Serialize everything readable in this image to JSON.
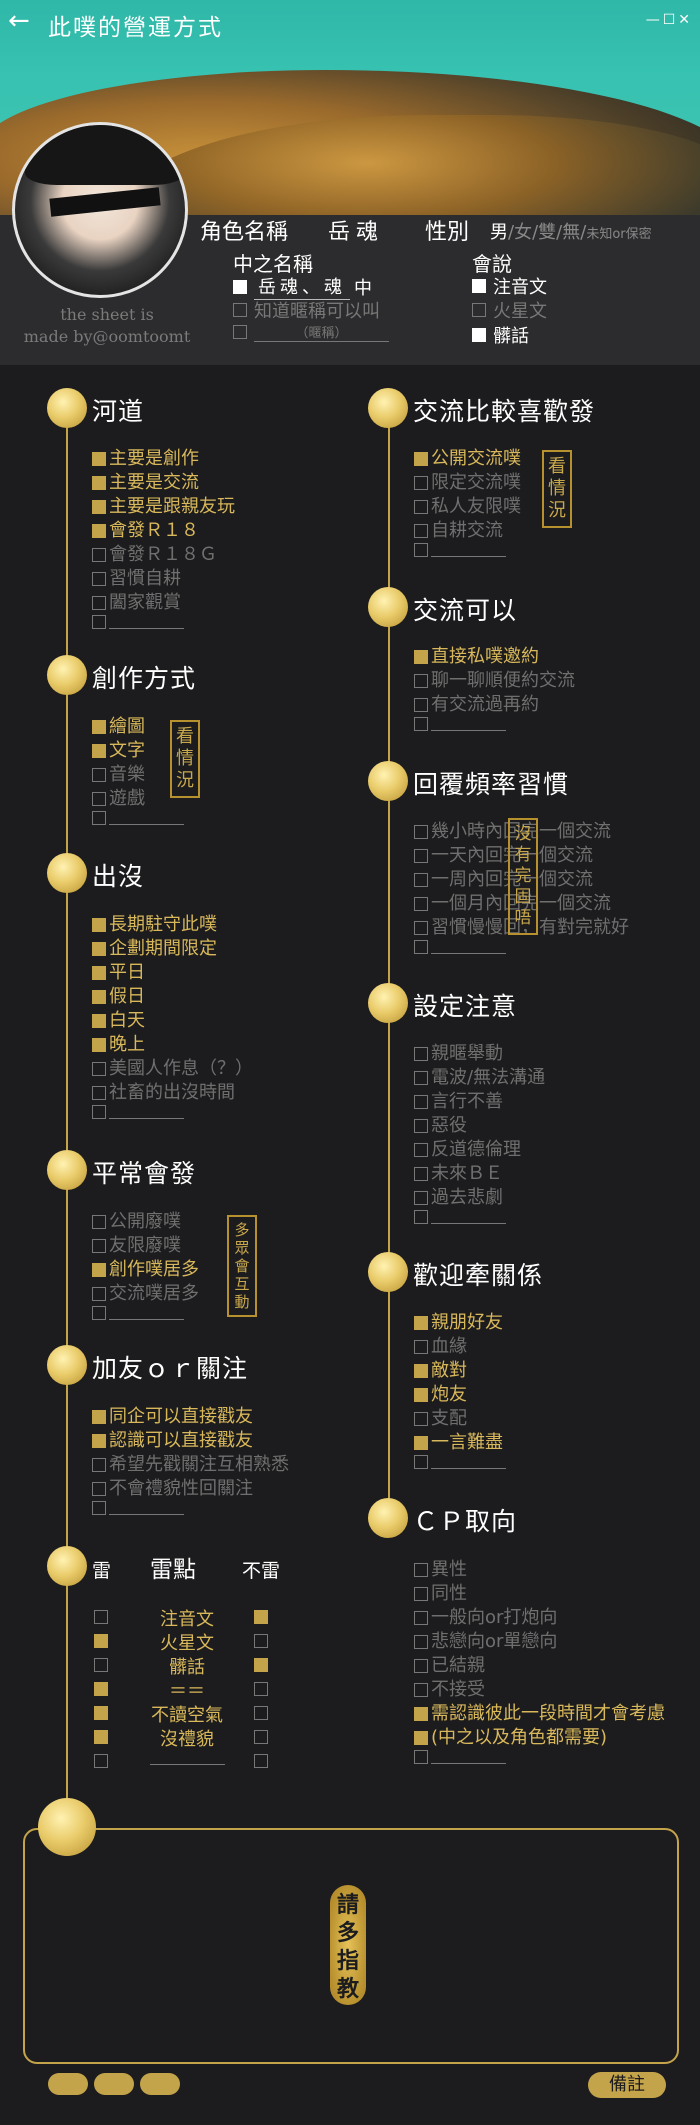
{
  "app": {
    "title": "此噗的營運方式",
    "window_controls": [
      "—",
      "☐",
      "✕"
    ]
  },
  "profile": {
    "credit": [
      "the sheet is",
      "made by@oomtoomt"
    ],
    "role_name_label": "角色名稱",
    "role_name_value": "岳魂",
    "gender_label": "性別",
    "gender_options": [
      "男",
      "/",
      "女",
      "/",
      "雙",
      "/",
      "無",
      "/",
      "未知or保密"
    ],
    "nick_header": "中之名稱",
    "nick_rows": [
      {
        "checked": true,
        "value": "岳魂、魂",
        "suffix": "中"
      },
      {
        "checked": false,
        "value": "知道暱稱可以叫"
      },
      {
        "checked": false,
        "value": "（暱稱）"
      }
    ],
    "lang_header": "會說",
    "lang_rows": [
      {
        "checked": true,
        "value": "注音文"
      },
      {
        "checked": false,
        "value": "火星文"
      },
      {
        "checked": true,
        "value": "髒話"
      }
    ]
  },
  "sections": {
    "river": {
      "title": "河道",
      "items": [
        {
          "on": true,
          "text": "主要是創作"
        },
        {
          "on": true,
          "text": "主要是交流"
        },
        {
          "on": true,
          "text": "主要是跟親友玩"
        },
        {
          "on": true,
          "text": "會發Ｒ１８"
        },
        {
          "on": false,
          "text": "會發Ｒ１８Ｇ"
        },
        {
          "on": false,
          "text": "習慣自耕"
        },
        {
          "on": false,
          "text": "闔家觀賞"
        },
        {
          "on": false,
          "text": ""
        }
      ]
    },
    "create": {
      "title": "創作方式",
      "stamp": [
        "看",
        "情",
        "況"
      ],
      "items": [
        {
          "on": true,
          "text": "繪圖"
        },
        {
          "on": true,
          "text": "文字"
        },
        {
          "on": false,
          "text": "音樂"
        },
        {
          "on": false,
          "text": "遊戲"
        },
        {
          "on": false,
          "text": ""
        }
      ]
    },
    "appear": {
      "title": "出沒",
      "items": [
        {
          "on": true,
          "text": "長期駐守此噗"
        },
        {
          "on": true,
          "text": "企劃期間限定"
        },
        {
          "on": true,
          "text": "平日"
        },
        {
          "on": true,
          "text": "假日"
        },
        {
          "on": true,
          "text": "白天"
        },
        {
          "on": true,
          "text": "晚上"
        },
        {
          "on": false,
          "text": "美國人作息（？）"
        },
        {
          "on": false,
          "text": "社畜的出沒時間"
        },
        {
          "on": false,
          "text": ""
        }
      ]
    },
    "usual": {
      "title": "平常會發",
      "stamp": [
        "多",
        "眾",
        "會",
        "互",
        "動"
      ],
      "items": [
        {
          "on": false,
          "text": "公開廢噗"
        },
        {
          "on": false,
          "text": "友限廢噗"
        },
        {
          "on": true,
          "text": "創作噗居多"
        },
        {
          "on": false,
          "text": "交流噗居多"
        },
        {
          "on": false,
          "text": ""
        }
      ]
    },
    "friend": {
      "title": "加友ｏｒ關注",
      "items": [
        {
          "on": true,
          "text": "同企可以直接戳友"
        },
        {
          "on": true,
          "text": "認識可以直接戳友"
        },
        {
          "on": false,
          "text": "希望先戳關注互相熟悉"
        },
        {
          "on": false,
          "text": "不會禮貌性回關注"
        },
        {
          "on": false,
          "text": ""
        }
      ]
    },
    "exchange_pref": {
      "title": "交流比較喜歡發",
      "stamp": [
        "看",
        "情",
        "況"
      ],
      "items": [
        {
          "on": true,
          "text": "公開交流噗"
        },
        {
          "on": false,
          "text": "限定交流噗"
        },
        {
          "on": false,
          "text": "私人友限噗"
        },
        {
          "on": false,
          "text": "自耕交流"
        },
        {
          "on": false,
          "text": ""
        }
      ]
    },
    "exchange_ok": {
      "title": "交流可以",
      "items": [
        {
          "on": true,
          "text": "直接私噗邀約"
        },
        {
          "on": false,
          "text": "聊一聊順便約交流"
        },
        {
          "on": false,
          "text": "有交流過再約"
        },
        {
          "on": false,
          "text": ""
        }
      ]
    },
    "reply": {
      "title": "回覆頻率習慣",
      "stamp": [
        "沒",
        "有",
        "完",
        "固",
        "唔"
      ],
      "items": [
        {
          "on": false,
          "text": "幾小時內回完一個交流"
        },
        {
          "on": false,
          "text": "一天內回完一個交流"
        },
        {
          "on": false,
          "text": "一周內回完一個交流"
        },
        {
          "on": false,
          "text": "一個月內回完一個交流"
        },
        {
          "on": false,
          "text": "習慣慢慢回，有對完就好"
        },
        {
          "on": false,
          "text": ""
        }
      ]
    },
    "settings": {
      "title": "設定注意",
      "items": [
        {
          "on": false,
          "text": "親暱舉動"
        },
        {
          "on": false,
          "text": "電波/無法溝通"
        },
        {
          "on": false,
          "text": "言行不善"
        },
        {
          "on": false,
          "text": "惡役"
        },
        {
          "on": false,
          "text": "反道德倫理"
        },
        {
          "on": false,
          "text": "未來ＢＥ"
        },
        {
          "on": false,
          "text": "過去悲劇"
        },
        {
          "on": false,
          "text": ""
        }
      ]
    },
    "relation": {
      "title": "歡迎牽關係",
      "items": [
        {
          "on": true,
          "text": "親朋好友"
        },
        {
          "on": false,
          "text": "血緣"
        },
        {
          "on": true,
          "text": "敵對"
        },
        {
          "on": true,
          "text": "炮友"
        },
        {
          "on": false,
          "text": "支配"
        },
        {
          "on": true,
          "text": "一言難盡"
        },
        {
          "on": false,
          "text": ""
        }
      ]
    },
    "cp": {
      "title": "ＣＰ取向",
      "items": [
        {
          "on": false,
          "text": "異性"
        },
        {
          "on": false,
          "text": "同性"
        },
        {
          "on": false,
          "text": "一般向or打炮向"
        },
        {
          "on": false,
          "text": "悲戀向or單戀向"
        },
        {
          "on": false,
          "text": "已結親"
        },
        {
          "on": false,
          "text": "不接受"
        },
        {
          "on": true,
          "text": "需認識彼此一段時間才會考慮"
        },
        {
          "on": true,
          "text": "(中之以及角色都需要)"
        },
        {
          "on": false,
          "text": ""
        }
      ]
    }
  },
  "mines": {
    "title": "雷點",
    "left_label": "雷",
    "right_label": "不雷",
    "rows": [
      {
        "left": false,
        "label": "注音文",
        "right": true
      },
      {
        "left": true,
        "label": "火星文",
        "right": false
      },
      {
        "left": false,
        "label": "髒話",
        "right": true
      },
      {
        "left": true,
        "label": "＝＝",
        "right": false
      },
      {
        "left": true,
        "label": "不讀空氣",
        "right": false
      },
      {
        "left": true,
        "label": "沒禮貌",
        "right": false
      },
      {
        "left": false,
        "label": "",
        "right": false
      }
    ]
  },
  "notes": {
    "seal_text": [
      "請",
      "多",
      "指",
      "教"
    ],
    "remark_label": "備註"
  },
  "colors": {
    "accent_gold": "#c4a44a",
    "text_on": "#d8b85a",
    "text_off": "#6f6f6f",
    "background": "#1c1c1e"
  }
}
